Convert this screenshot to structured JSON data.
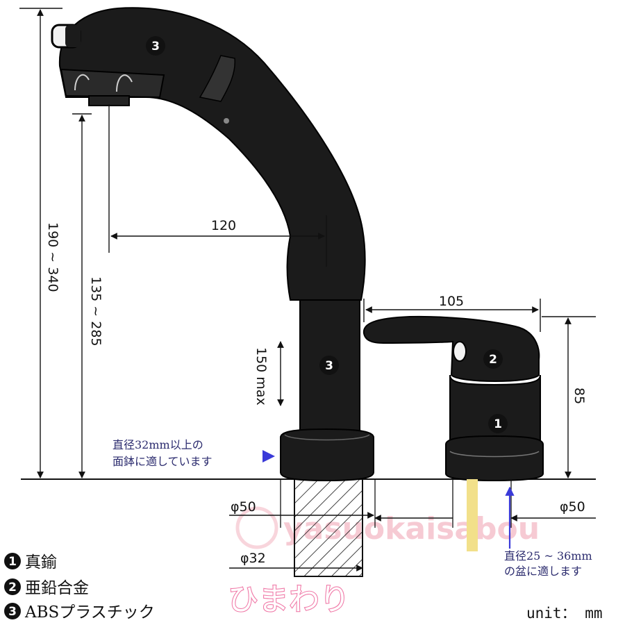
{
  "dimensions": {
    "total_height": "190 ~ 340",
    "spout_height": "135 ~ 285",
    "spout_reach": "120",
    "extension": "150 max",
    "handle_length": "105",
    "handle_height": "85",
    "base_diameter": "φ50",
    "valve_diameter": "φ50",
    "hole_diameter": "φ32"
  },
  "callouts": {
    "basin_note": [
      "直径32mm以上の",
      "面鉢に適しています"
    ],
    "valve_note": [
      "直径25 ~ 36mm",
      "の盆に適します"
    ]
  },
  "badges": {
    "head": "3",
    "body": "3",
    "handle": "2",
    "valve": "1"
  },
  "legend": [
    {
      "num": "1",
      "text": "真鍮"
    },
    {
      "num": "2",
      "text": "亜鉛合金"
    },
    {
      "num": "3",
      "text": "ABSプラスチック"
    }
  ],
  "unit": "unit： mm",
  "watermark": "yasuokaisabou",
  "stamp": "ひまわり",
  "colors": {
    "line": "#111111",
    "note_text": "#2b2b6e",
    "arrow": "#3a3ad8",
    "watermark": "#f3b9c5",
    "stamp_outline": "#f07aa8",
    "water_line": "#f2e08a"
  }
}
